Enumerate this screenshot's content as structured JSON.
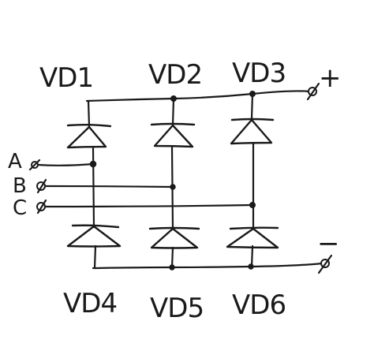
{
  "diagram": {
    "diodes_top": [
      "VD1",
      "VD2",
      "VD3"
    ],
    "diodes_bottom": [
      "VD4",
      "VD5",
      "VD6"
    ],
    "inputs": [
      "A",
      "B",
      "C"
    ],
    "output_plus": "+",
    "output_minus": "−",
    "stroke_color": "#1a1a1a"
  }
}
